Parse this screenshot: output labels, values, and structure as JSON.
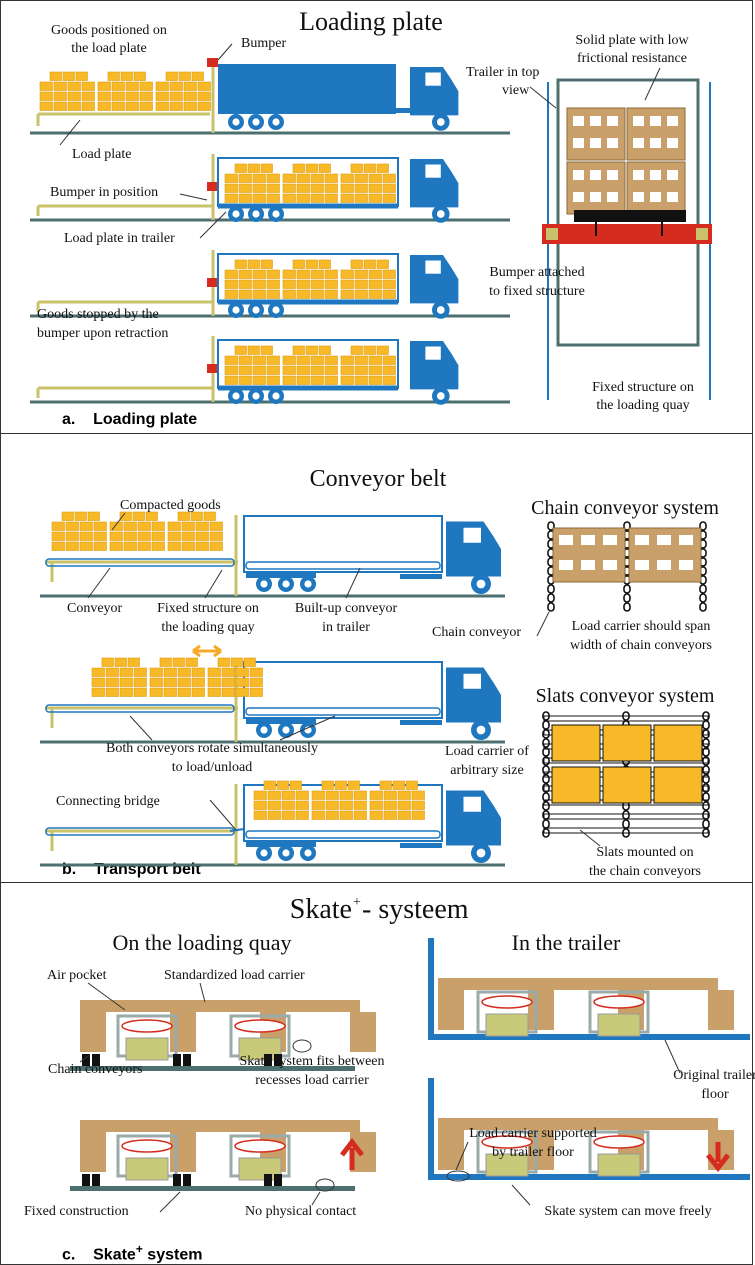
{
  "sections": {
    "a": {
      "title": "Loading plate",
      "caption_letter": "a.",
      "caption": "Loading plate",
      "labels": {
        "goods_on_plate": [
          "Goods positioned on",
          "the load plate"
        ],
        "bumper": "Bumper",
        "load_plate": "Load plate",
        "bumper_in_position": "Bumper in position",
        "load_plate_in_trailer": "Load plate in trailer",
        "goods_stopped": [
          "Goods stopped by the",
          "bumper upon retraction"
        ],
        "trailer_top_view": [
          "Trailer in top",
          "view"
        ],
        "solid_plate": [
          "Solid plate with low",
          "frictional resistance"
        ],
        "bumper_attached": [
          "Bumper attached",
          "to fixed structure"
        ],
        "fixed_structure": [
          "Fixed structure on",
          "the loading quay"
        ]
      }
    },
    "b": {
      "title": "Conveyor belt",
      "caption_letter": "b.",
      "caption": "Transport belt",
      "labels": {
        "compacted_goods": "Compacted goods",
        "conveyor": "Conveyor",
        "fixed_structure": [
          "Fixed structure on",
          "the loading quay"
        ],
        "built_up_conveyor": [
          "Built-up conveyor",
          "in trailer"
        ],
        "both_conveyors": [
          "Both conveyors rotate simultaneously",
          "to load/unload"
        ],
        "connecting_bridge": "Connecting bridge",
        "chain_conveyor_system": "Chain conveyor system",
        "chain_conveyor": "Chain conveyor",
        "load_carrier_span": [
          "Load carrier should span",
          "width of chain conveyors"
        ],
        "slats_conveyor_system": "Slats conveyor system",
        "load_carrier_arbitrary": [
          "Load carrier of",
          "arbitrary size"
        ],
        "slats_mounted": [
          "Slats mounted on",
          "the chain conveyors"
        ]
      }
    },
    "c": {
      "title": "Skate",
      "title_sup": "+",
      "title_suffix": "- systeem",
      "caption_letter": "c.",
      "caption": "Skate",
      "caption_sup": "+",
      "caption_suffix": " system",
      "labels": {
        "on_quay": "On the loading quay",
        "in_trailer": "In the trailer",
        "air_pocket": "Air pocket",
        "standardized_carrier": "Standardized load carrier",
        "chain_conveyors": "Chain conveyors",
        "skate_fits": [
          "Skate system fits between",
          "recesses load carrier"
        ],
        "fixed_construction": "Fixed construction",
        "no_contact": "No physical contact",
        "original_floor": [
          "Original trailer",
          "floor"
        ],
        "supported_by_floor": [
          "Load carrier supported",
          "by trailer floor"
        ],
        "skate_move": "Skate system can move freely"
      }
    }
  },
  "colors": {
    "truck_blue": "#1f77c0",
    "goods_yellow": "#f7b928",
    "plate_olive": "#c9c26a",
    "bumper_red": "#d62c1f",
    "ground": "#4d6f6f",
    "pallet_brown": "#caa06a",
    "skate_olive": "#c9c97a",
    "arrow_red": "#d62c1f",
    "arrow_orange": "#f7a928"
  }
}
